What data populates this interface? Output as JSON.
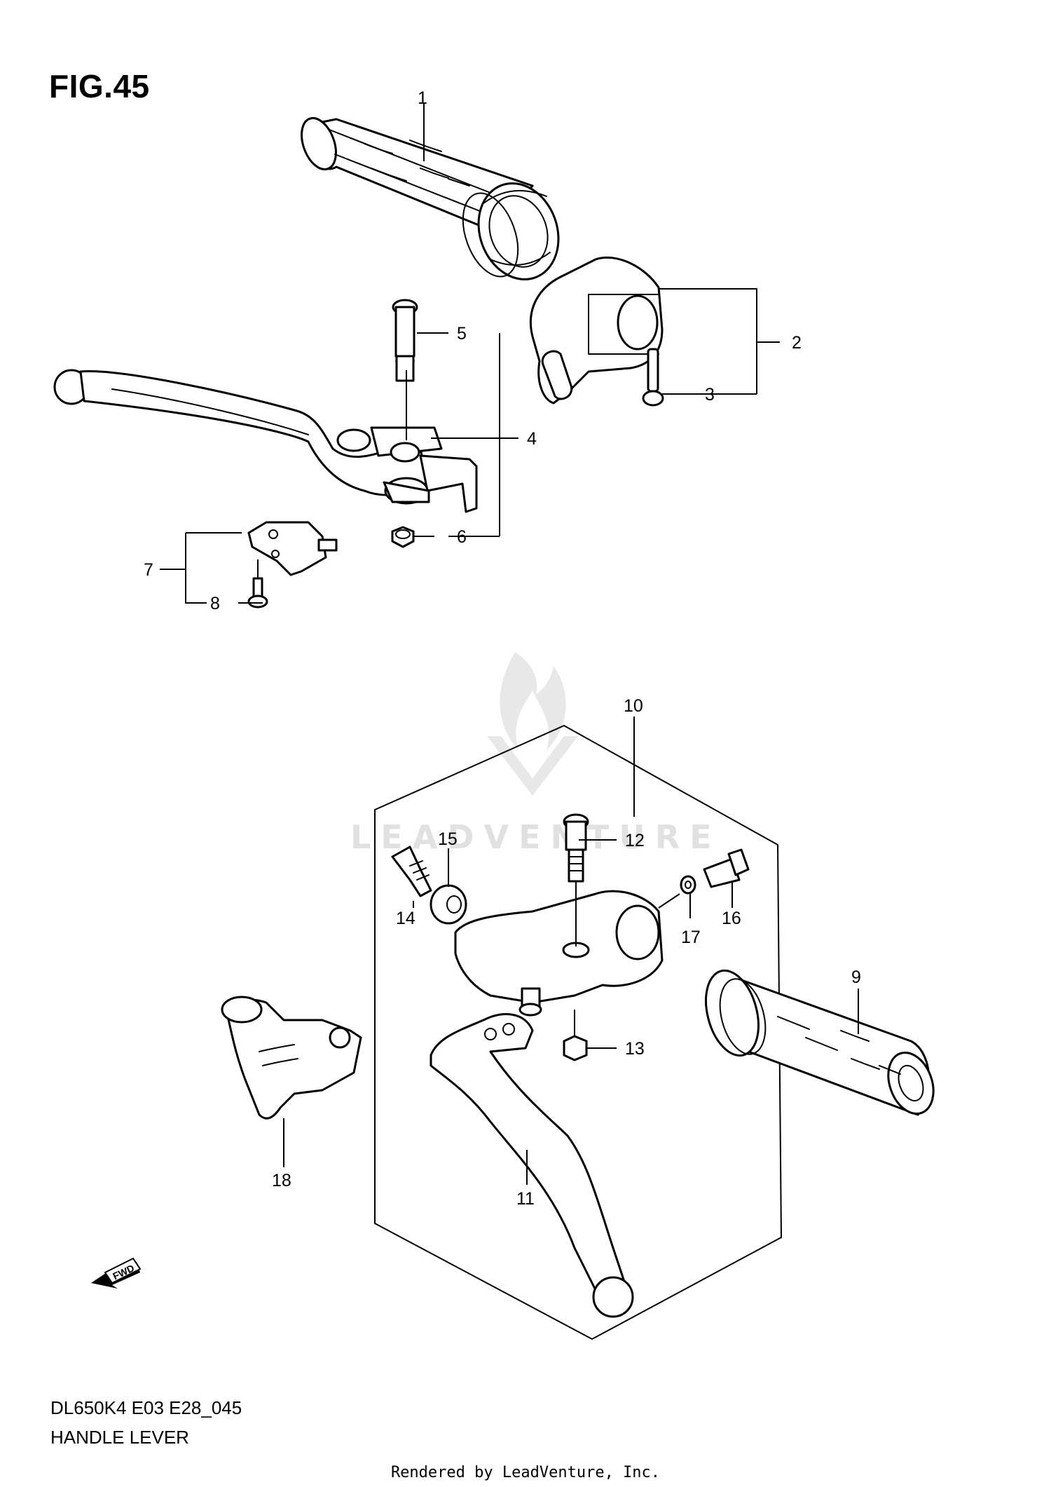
{
  "figure_title": "FIG.45",
  "footer": {
    "model_code": "DL650K4 E03 E28_045",
    "diagram_name": "HANDLE LEVER",
    "rendered_by": "Rendered by LeadVenture, Inc."
  },
  "watermark": {
    "text": "LEADVENTURE"
  },
  "fwd_label": "FWD",
  "callouts": [
    {
      "id": "1",
      "label": "1"
    },
    {
      "id": "2",
      "label": "2"
    },
    {
      "id": "3",
      "label": "3"
    },
    {
      "id": "4",
      "label": "4"
    },
    {
      "id": "5",
      "label": "5"
    },
    {
      "id": "6",
      "label": "6"
    },
    {
      "id": "7",
      "label": "7"
    },
    {
      "id": "8",
      "label": "8"
    },
    {
      "id": "9",
      "label": "9"
    },
    {
      "id": "10",
      "label": "10"
    },
    {
      "id": "11",
      "label": "11"
    },
    {
      "id": "12",
      "label": "12"
    },
    {
      "id": "13",
      "label": "13"
    },
    {
      "id": "14",
      "label": "14"
    },
    {
      "id": "15",
      "label": "15"
    },
    {
      "id": "16",
      "label": "16"
    },
    {
      "id": "17",
      "label": "17"
    },
    {
      "id": "18",
      "label": "18"
    }
  ]
}
